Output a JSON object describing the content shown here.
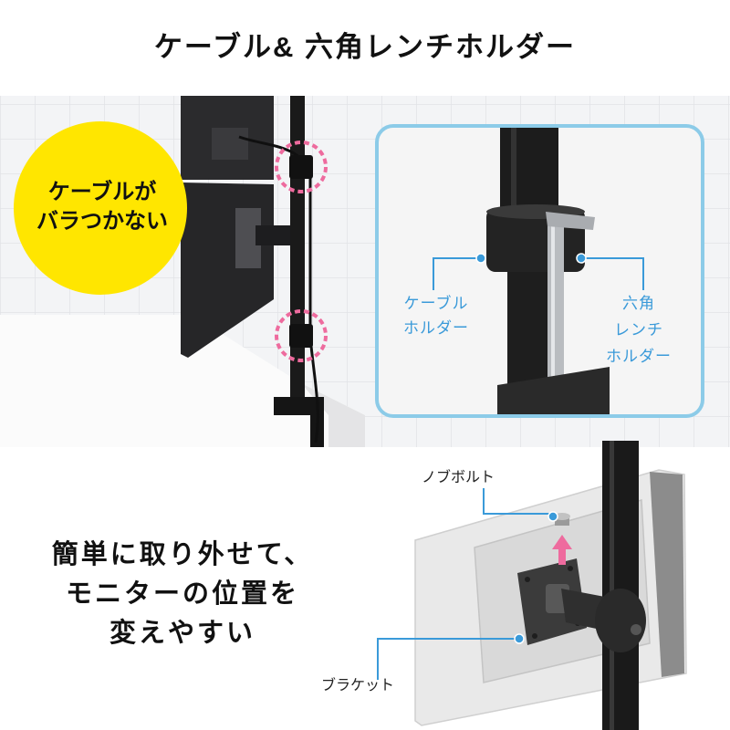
{
  "title": "ケーブル& 六角レンチホルダー",
  "badge": {
    "lines": [
      "ケーブルが",
      "バラつかない"
    ]
  },
  "inset": {
    "left_label": [
      "ケーブル",
      "ホルダー"
    ],
    "right_label": [
      "六角",
      "レンチ",
      "ホルダー"
    ]
  },
  "feature_text": {
    "lines": [
      "簡単に取り外せて、",
      "モニターの位置を",
      "変えやすい"
    ]
  },
  "callouts": {
    "knob_bolt": "ノブボルト",
    "bracket": "ブラケット"
  },
  "colors": {
    "accent_blue": "#3a9ad9",
    "highlight_pink": "#ee6b9e",
    "badge_yellow": "#ffe600",
    "inset_border": "#8ccbe8"
  }
}
